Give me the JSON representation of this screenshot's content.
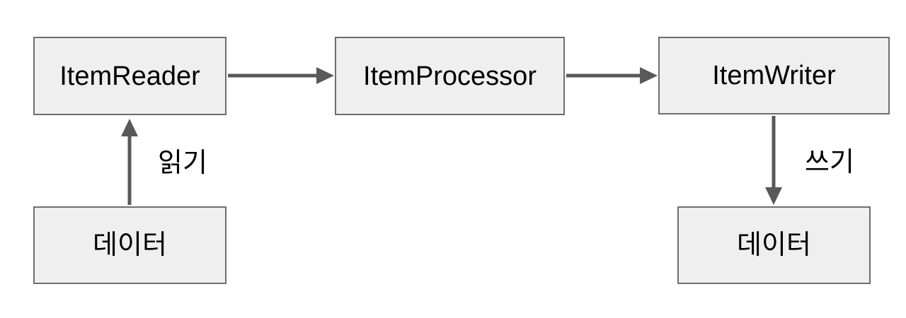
{
  "diagram": {
    "title": "batch-item-flow",
    "nodes": [
      {
        "id": "item-reader",
        "label": "ItemReader"
      },
      {
        "id": "item-processor",
        "label": "ItemProcessor"
      },
      {
        "id": "item-writer",
        "label": "ItemWriter"
      },
      {
        "id": "data-source",
        "label": "데이터"
      },
      {
        "id": "data-target",
        "label": "데이터"
      }
    ],
    "edges": [
      {
        "from": "data-source",
        "to": "item-reader",
        "label": "읽기",
        "direction": "up"
      },
      {
        "from": "item-reader",
        "to": "item-processor",
        "label": "",
        "direction": "right"
      },
      {
        "from": "item-processor",
        "to": "item-writer",
        "label": "",
        "direction": "right"
      },
      {
        "from": "item-writer",
        "to": "data-target",
        "label": "쓰기",
        "direction": "down"
      }
    ],
    "colors": {
      "background": "#ffffff",
      "node_fill": "#efefef",
      "node_border": "#6e6e6e",
      "arrow": "#595959",
      "text": "#000000"
    }
  }
}
